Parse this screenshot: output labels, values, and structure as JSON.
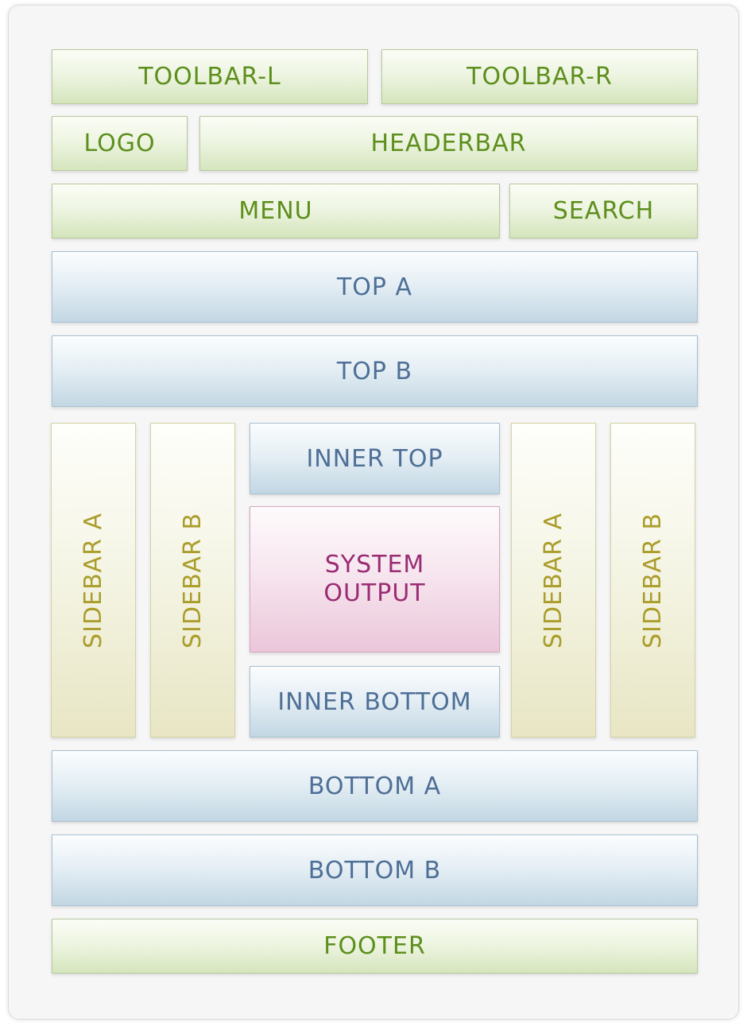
{
  "toolbar_left": "TOOLBAR-L",
  "toolbar_right": "TOOLBAR-R",
  "logo": "LOGO",
  "headerbar": "HEADERBAR",
  "menu": "MENU",
  "search": "SEARCH",
  "top_a": "TOP A",
  "top_b": "TOP B",
  "sidebar_left_a": "SIDEBAR A",
  "sidebar_left_b": "SIDEBAR B",
  "inner_top": "INNER TOP",
  "system_output": {
    "line1": "SYSTEM",
    "line2": "OUTPUT"
  },
  "inner_bottom": "INNER BOTTOM",
  "sidebar_right_a": "SIDEBAR A",
  "sidebar_right_b": "SIDEBAR B",
  "bottom_a": "BOTTOM A",
  "bottom_b": "BOTTOM B",
  "footer": "FOOTER",
  "colors": {
    "green_text": "#5d8f1c",
    "blue_text": "#4e6f96",
    "yellow_text": "#aa9d2a",
    "pink_text": "#9a2c73"
  }
}
